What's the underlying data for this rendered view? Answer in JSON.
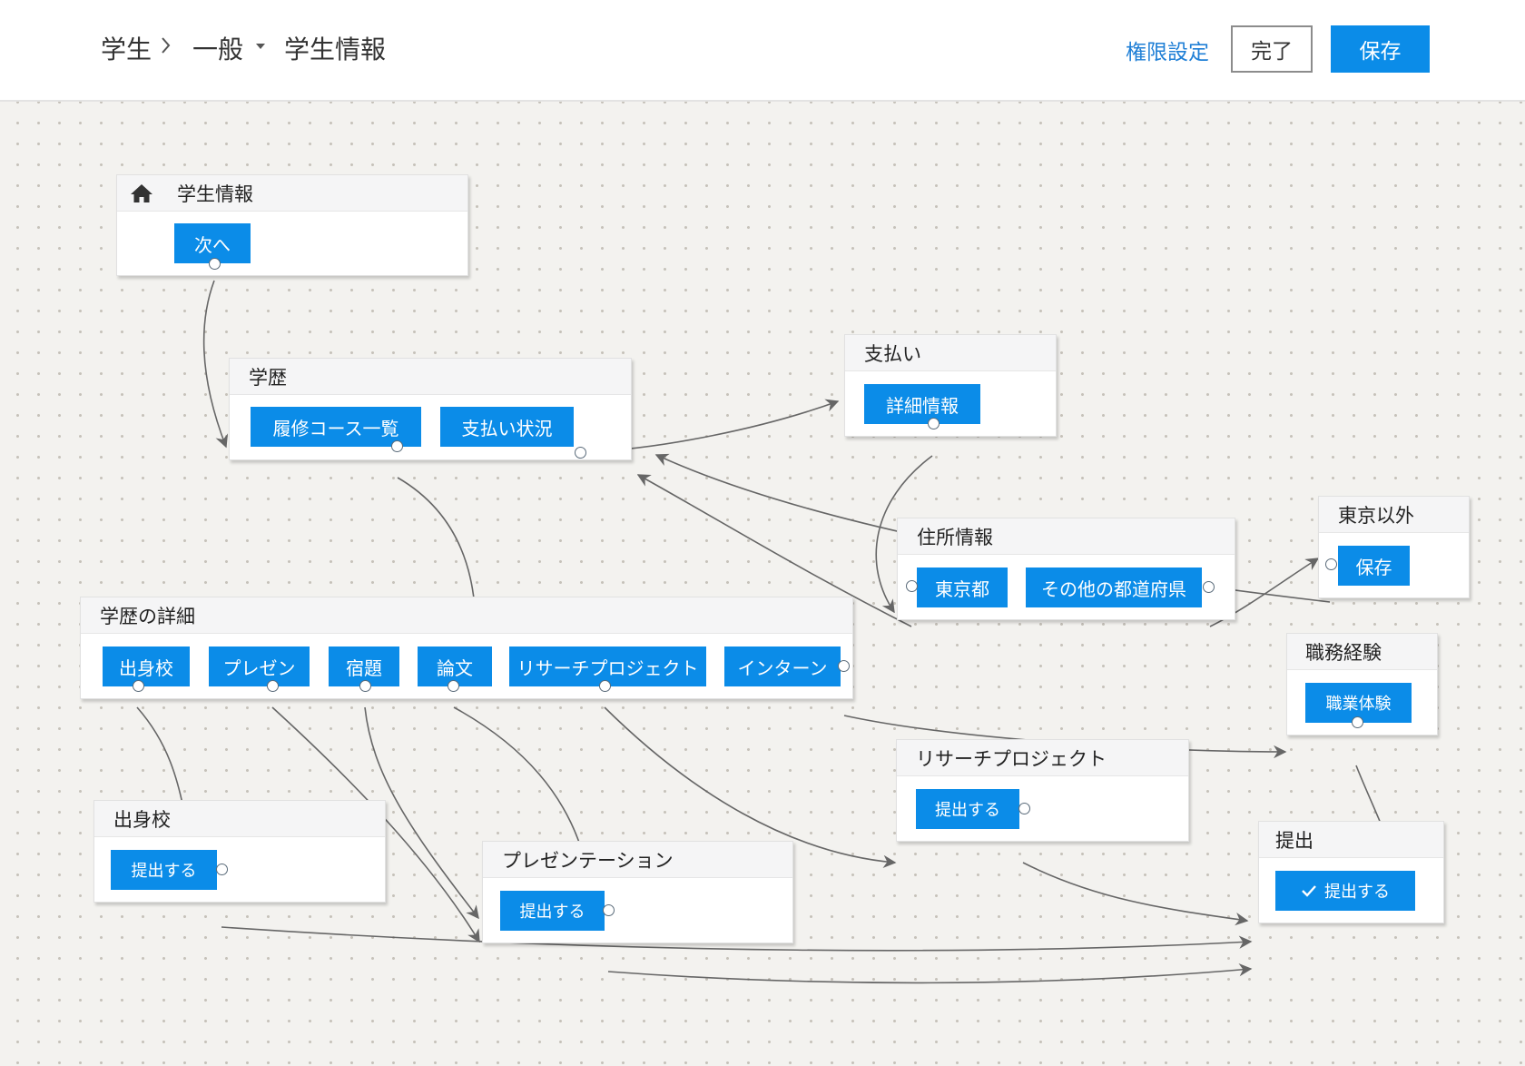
{
  "header": {
    "breadcrumb": {
      "root": "学生",
      "middle": "一般",
      "current": "学生情報"
    },
    "permission_link": "権限設定",
    "done_label": "完了",
    "save_label": "保存"
  },
  "nodes": {
    "student_info": {
      "title": "学生情報",
      "btn_next": "次へ"
    },
    "education": {
      "title": "学歴",
      "btn_courses": "履修コース一覧",
      "btn_payment_status": "支払い状況"
    },
    "payment": {
      "title": "支払い",
      "btn_detail": "詳細情報"
    },
    "address": {
      "title": "住所情報",
      "btn_tokyo": "東京都",
      "btn_other": "その他の都道府県"
    },
    "outside_tokyo": {
      "title": "東京以外",
      "btn_save": "保存"
    },
    "education_detail": {
      "title": "学歴の詳細",
      "btn_school": "出身校",
      "btn_presentation": "プレゼン",
      "btn_homework": "宿題",
      "btn_thesis": "論文",
      "btn_research": "リサーチプロジェクト",
      "btn_intern": "インターン"
    },
    "work_experience": {
      "title": "職務経験",
      "btn_experience": "職業体験"
    },
    "research_project": {
      "title": "リサーチプロジェクト",
      "btn_submit": "提出する"
    },
    "school": {
      "title": "出身校",
      "btn_submit": "提出する"
    },
    "presentation": {
      "title": "プレゼンテーション",
      "btn_submit": "提出する"
    },
    "submit": {
      "title": "提出",
      "btn_submit": "提出する"
    }
  },
  "icons": {
    "home": "home-icon",
    "check": "check-icon",
    "chevron": "chevron-right-icon",
    "caret": "caret-down-icon"
  },
  "colors": {
    "accent": "#0b8ce8",
    "link": "#1f7fd6",
    "connector": "#666666"
  }
}
